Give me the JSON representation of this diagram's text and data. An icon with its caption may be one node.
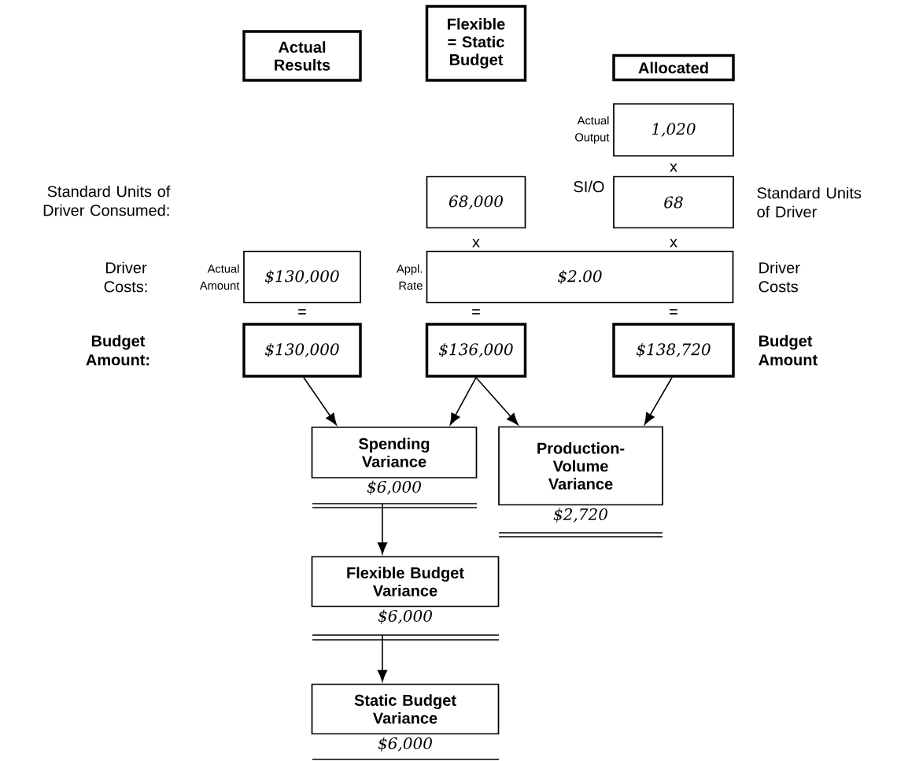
{
  "diagram": {
    "nodes": [
      {
        "text": [
          "Actual Results"
        ]
      },
      {
        "text": [
          "Flexible = Static Budget"
        ]
      },
      {
        "text": [
          "Allocated"
        ]
      },
      {
        "text": [
          "1,020"
        ],
        "beside": [
          "Actual Output"
        ]
      },
      {
        "text": [
          "68,000"
        ]
      },
      {
        "text": [
          "68"
        ],
        "beside": [
          "SI/O"
        ]
      },
      {
        "text": [
          "$130,000"
        ],
        "beside": [
          "Actual Amount"
        ]
      },
      {
        "text": [
          "$2.00"
        ],
        "beside": [
          "Appl. Rate"
        ]
      },
      {
        "text": [
          "$130,000"
        ]
      },
      {
        "text": [
          "$136,000"
        ]
      },
      {
        "text": [
          "$138,720"
        ]
      },
      {
        "text": [
          "Spending Variance"
        ],
        "beside": [
          "$6,000"
        ]
      },
      {
        "text": [
          "Production-Volume Variance"
        ],
        "beside": [
          "$2,720"
        ]
      },
      {
        "text": [
          "Flexible Budget Variance"
        ],
        "beside": [
          "$6,000"
        ]
      },
      {
        "text": [
          "Static Budget Variance"
        ],
        "beside": [
          "$6,000"
        ]
      }
    ],
    "edges": [
      {
        "from": 8,
        "to": 11,
        "arrow": "to"
      },
      {
        "from": 9,
        "to": 11,
        "arrow": "to"
      },
      {
        "from": 9,
        "to": 12,
        "arrow": "to"
      },
      {
        "from": 10,
        "to": 12,
        "arrow": "to"
      },
      {
        "from": 11,
        "to": 13,
        "arrow": "to"
      },
      {
        "from": 13,
        "to": 14,
        "arrow": "to"
      }
    ],
    "labels": [
      "x",
      "Standard Units of Driver Consumed:",
      "Standard Units of Driver",
      "x",
      "x",
      "Driver Costs:",
      "Driver Costs",
      "=",
      "=",
      "=",
      "Budget Amount:",
      "Budget Amount"
    ]
  }
}
